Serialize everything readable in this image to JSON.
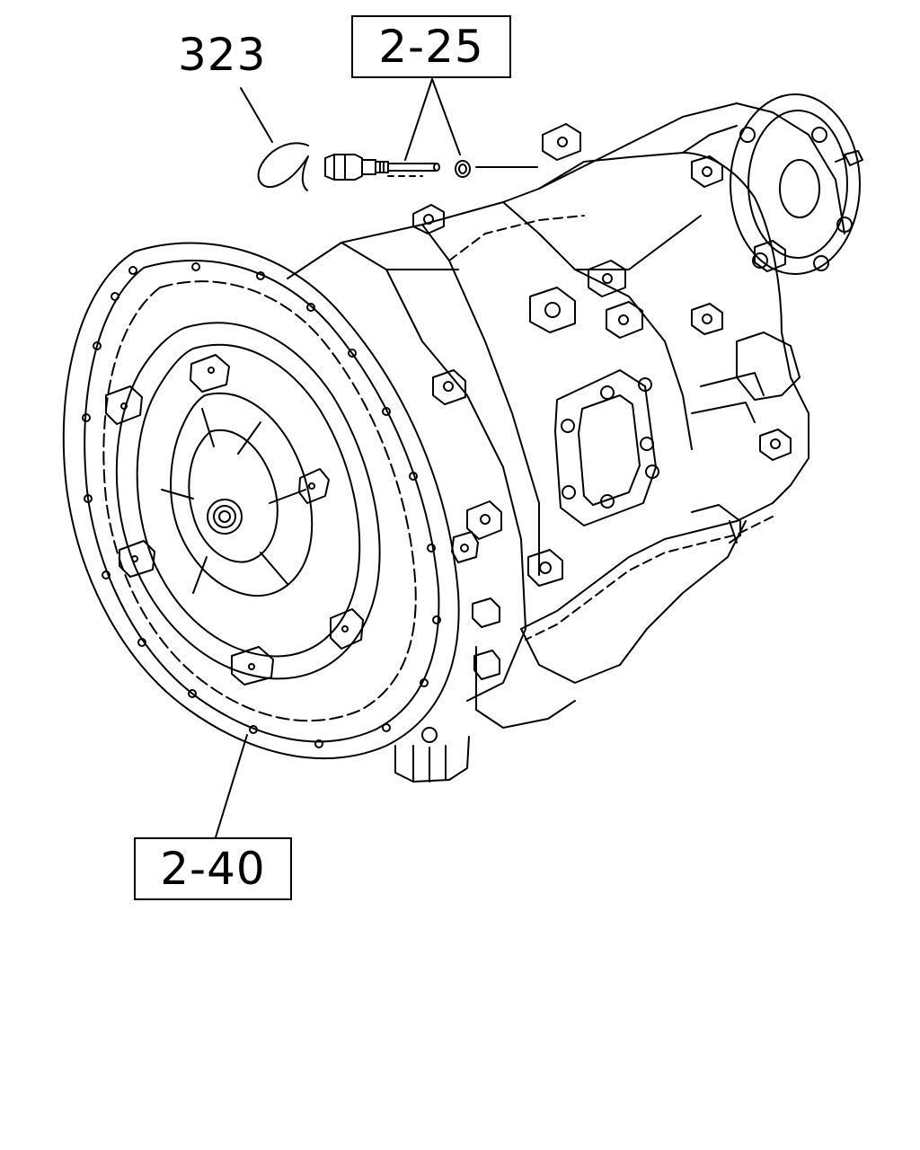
{
  "diagram": {
    "callouts": {
      "part_323": "323",
      "ref_2_25": "2-25",
      "ref_2_40": "2-40"
    },
    "line_color": "#000000",
    "background": "#ffffff"
  }
}
